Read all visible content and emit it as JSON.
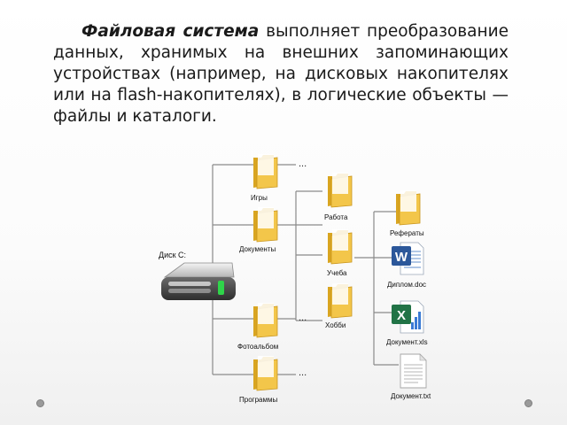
{
  "paragraph": {
    "term": "Файловая система",
    "text": " выполняет преобразование данных, хранимых на внешних запоминающих устройствах (например, на дисковых накопителях или на flash-накопителях), в логические объекты — файлы и каталоги."
  },
  "tree": {
    "root": "Диск С:",
    "ellipsis": "...",
    "level1": [
      "Игры",
      "Документы",
      "Фотоальбом",
      "Программы"
    ],
    "level2": [
      "Работа",
      "Учеба",
      "Хобби"
    ],
    "level3": [
      "Рефераты",
      "Диплом.doc",
      "Документ.xls",
      "Документ.txt"
    ]
  },
  "icons": {
    "folder": "folder-icon",
    "drive": "hard-drive-icon",
    "word": "word-document-icon",
    "excel": "excel-document-icon",
    "text": "text-document-icon"
  },
  "colors": {
    "folder": "#f3c64a",
    "tree_lines": "#8a8a8a",
    "word": "#2b579a",
    "excel": "#217346"
  }
}
